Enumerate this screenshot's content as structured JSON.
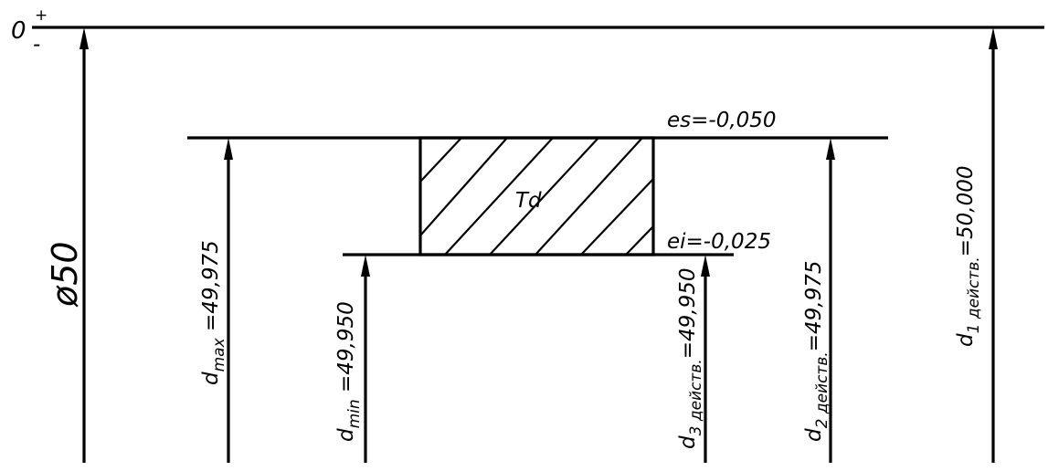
{
  "zero_line": {
    "label": "0",
    "plus": "+",
    "minus": "-"
  },
  "nominal": {
    "label": "ø50"
  },
  "tolerance_zone": {
    "label": "Td"
  },
  "deviations": {
    "upper": "es=-0,050",
    "lower": "ei=-0,025"
  },
  "dimensions": {
    "dmax": {
      "main": "d",
      "sub": "max",
      "value": " =49,975"
    },
    "dmin": {
      "main": "d",
      "sub": "min",
      "value": " =49,950"
    },
    "d3": {
      "main": "d",
      "sub": "3 действ.",
      "value": "=49,950"
    },
    "d2": {
      "main": "d",
      "sub": "2 действ.",
      "value": "=49,975"
    },
    "d1": {
      "main": "d",
      "sub": "1 действ.",
      "value": "=50,000"
    }
  }
}
